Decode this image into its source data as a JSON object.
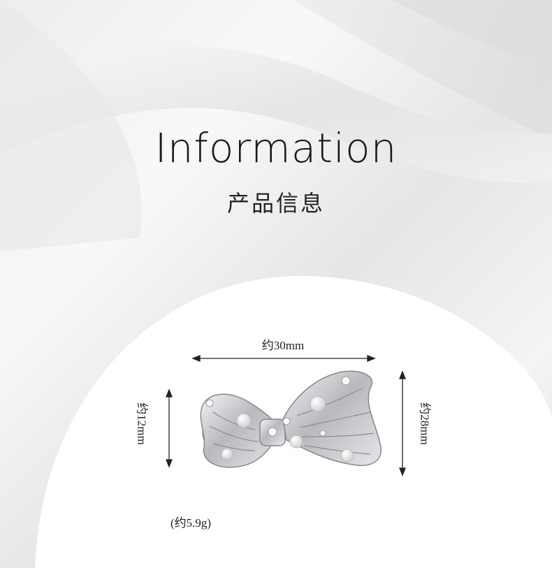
{
  "header": {
    "title": "Information",
    "subtitle": "产品信息"
  },
  "dimensions": {
    "width_label": "约30mm",
    "height_left_label": "约12mm",
    "height_right_label": "约28mm",
    "weight_label": "(约5.9g)"
  },
  "colors": {
    "text": "#1a1a1a",
    "arch": "#ffffff",
    "metal": "#c8c8cc"
  },
  "product": {
    "icon": "pearl-butterfly-brooch-icon"
  }
}
